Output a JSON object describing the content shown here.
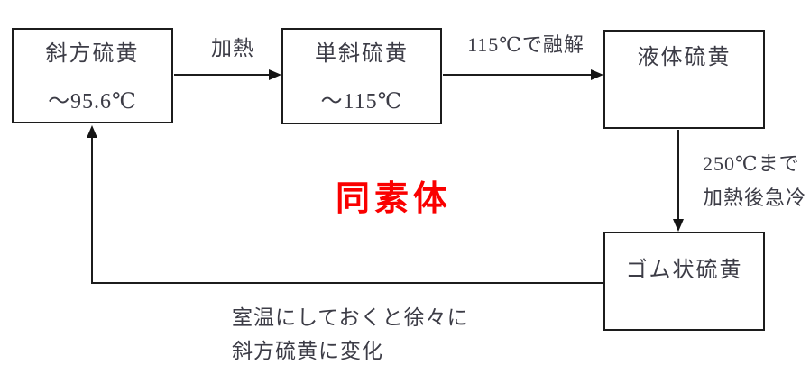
{
  "diagram": {
    "center_label": "同素体",
    "colors": {
      "accent_red": "#fa0000",
      "line": "#1c1c1c",
      "text": "#3c3c46",
      "background": "#ffffff"
    },
    "boxes": {
      "rhombic": {
        "name": "斜方硫黄",
        "temp": "～95.6℃"
      },
      "monoclinic": {
        "name": "単斜硫黄",
        "temp": "～115℃"
      },
      "liquid": {
        "name": "液体硫黄"
      },
      "rubbery": {
        "name": "ゴム状硫黄"
      }
    },
    "arrows": {
      "heat": {
        "label": "加熱"
      },
      "melt": {
        "label": "115℃で融解"
      },
      "quench": {
        "label_line1": "250℃まで",
        "label_line2": "加熱後急冷"
      },
      "revert": {
        "label_line1": "室温にしておくと徐々に",
        "label_line2": "斜方硫黄に変化"
      }
    }
  }
}
